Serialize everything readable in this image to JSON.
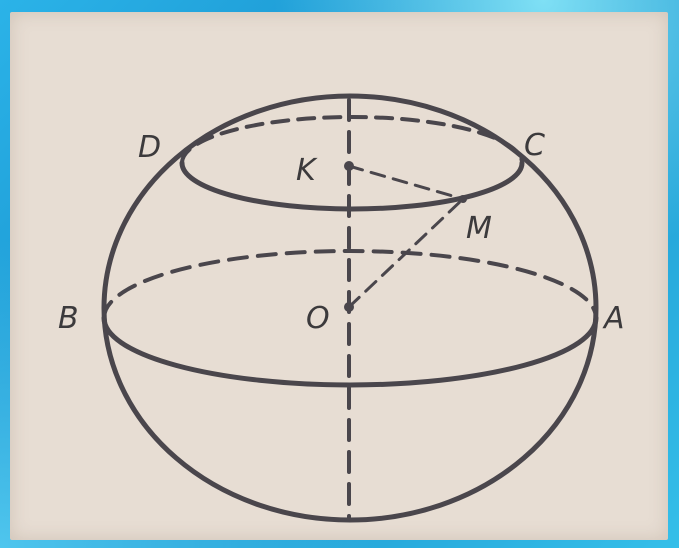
{
  "diagram": {
    "points": {
      "A": "A",
      "B": "B",
      "C": "C",
      "D": "D",
      "K": "K",
      "M": "M",
      "O": "O"
    },
    "colors": {
      "line": "#4a464c",
      "paper": "#e7ddd3",
      "frame": "#1e9fd6"
    }
  }
}
